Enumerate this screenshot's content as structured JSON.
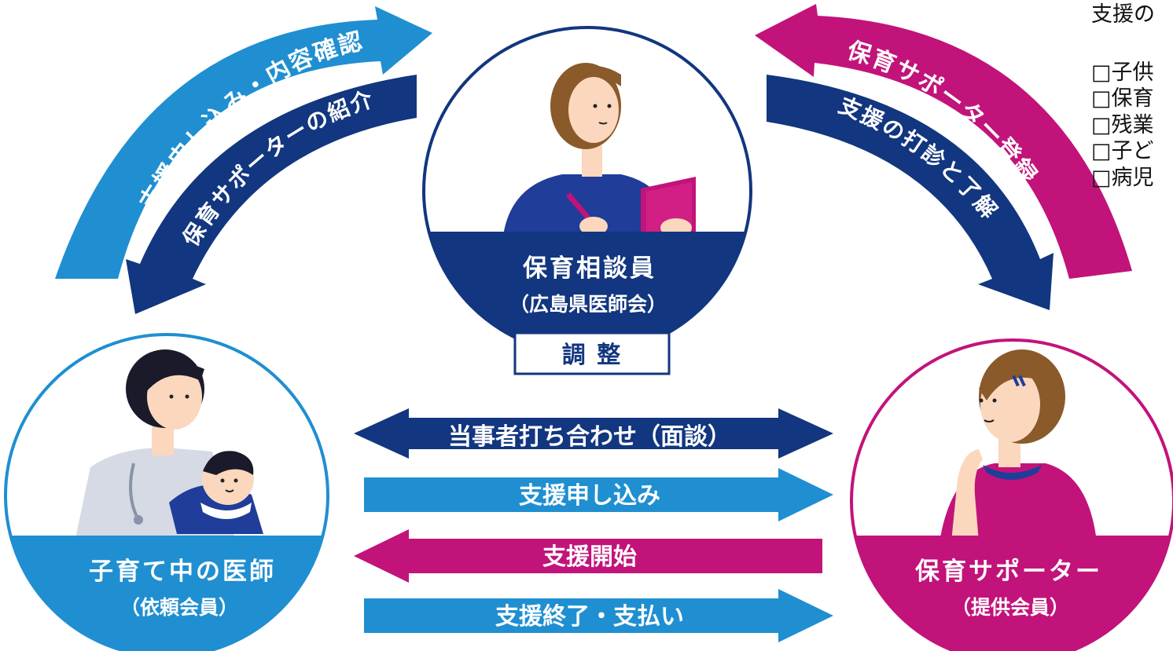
{
  "colors": {
    "navy": "#12367f",
    "blue": "#1f8fd1",
    "magenta": "#c2137a",
    "white": "#ffffff",
    "skin": "#fbd7bd",
    "hair_dark": "#1a1a2a",
    "hair_brown": "#8a5a2b"
  },
  "center": {
    "role": "保育相談員",
    "org": "（広島県医師会）",
    "badge": "調 整"
  },
  "left_member": {
    "role": "子育て中の医師",
    "type": "（依頼会員）"
  },
  "right_member": {
    "role": "保育サポーター",
    "type": "（提供会員）"
  },
  "arcs": {
    "left_outer": "支援申し込み・内容確認",
    "left_inner": "保育サポーターの紹介",
    "right_outer": "保育サポーター登録",
    "right_inner": "支援の打診と了解"
  },
  "flows": [
    {
      "label": "当事者打ち合わせ（面談）",
      "direction": "both",
      "color": "navy"
    },
    {
      "label": "支援申し込み",
      "direction": "right",
      "color": "blue"
    },
    {
      "label": "支援開始",
      "direction": "left",
      "color": "magenta"
    },
    {
      "label": "支援終了・支払い",
      "direction": "right",
      "color": "blue"
    }
  ],
  "side_panel": {
    "intro": "支援の",
    "items": [
      "□子供",
      "□保育",
      "□残業",
      "□子ど",
      "□病児"
    ]
  },
  "icons": [
    "counselor-illustration",
    "doctor-with-baby-illustration",
    "supporter-illustration",
    "stethoscope-icon",
    "notebook-icon",
    "pen-icon"
  ]
}
